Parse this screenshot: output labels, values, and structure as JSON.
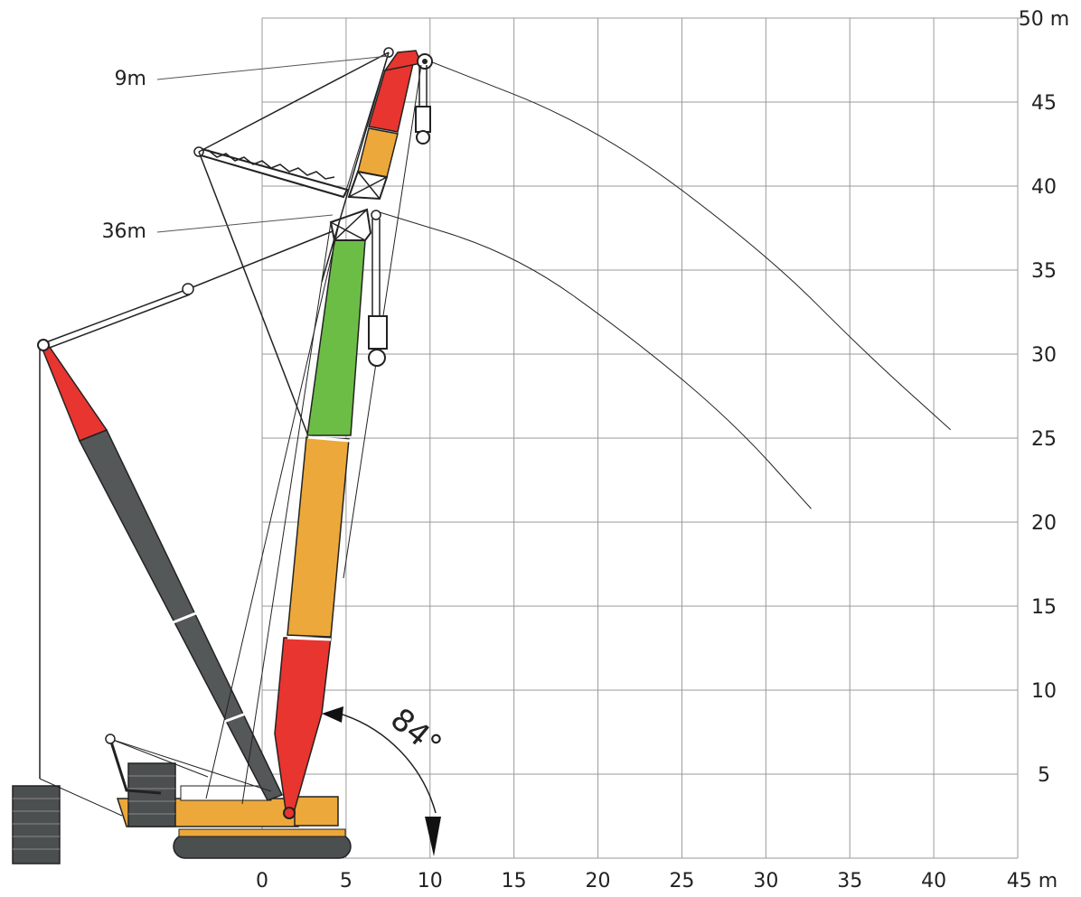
{
  "chart_data": {
    "type": "diagram",
    "x_ticks": [
      "0",
      "5",
      "10",
      "15",
      "20",
      "25",
      "30",
      "35",
      "40"
    ],
    "x_unit_label": "45 m",
    "y_ticks": [
      "5",
      "10",
      "15",
      "20",
      "25",
      "30",
      "35",
      "40",
      "45"
    ],
    "y_unit_label": "50 m",
    "xlim": [
      0,
      45
    ],
    "ylim": [
      0,
      50
    ],
    "grid": true,
    "annotations": {
      "jib_length": "9m",
      "main_boom_length": "36m",
      "boom_angle": "84°"
    },
    "load_curves": [
      {
        "points": [
          [
            9.8,
            47.5
          ],
          [
            20,
            43.5
          ],
          [
            30,
            36
          ],
          [
            36,
            30
          ],
          [
            41,
            25.5
          ]
        ]
      },
      {
        "points": [
          [
            6.8,
            38.5
          ],
          [
            15,
            36
          ],
          [
            22,
            31
          ],
          [
            28,
            26
          ],
          [
            32.7,
            20.8
          ]
        ]
      }
    ],
    "colors": {
      "boom_red": "#e8352f",
      "boom_orange": "#eca83a",
      "boom_green": "#6cbd45",
      "mast_gray": "#555859",
      "counterweight": "#4c4f50",
      "grid": "#9a9a9a"
    }
  }
}
